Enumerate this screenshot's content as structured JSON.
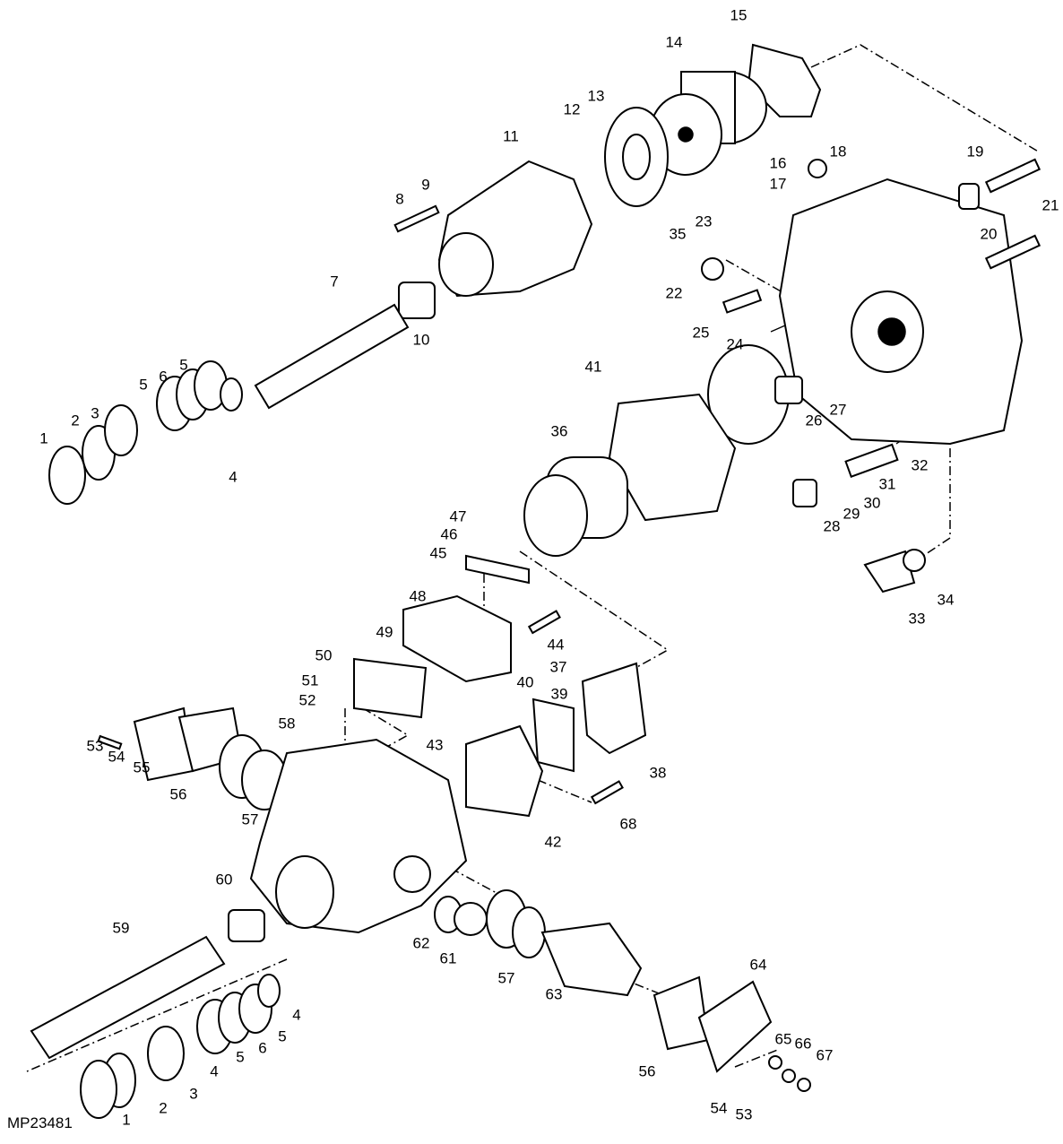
{
  "figure_id": "MP23481",
  "callouts": [
    "15",
    "14",
    "13",
    "12",
    "11",
    "16",
    "18",
    "19",
    "17",
    "9",
    "8",
    "21",
    "23",
    "35",
    "20",
    "7",
    "22",
    "10",
    "25",
    "24",
    "41",
    "5",
    "6",
    "5",
    "26",
    "27",
    "3",
    "2",
    "1",
    "36",
    "4",
    "32",
    "31",
    "30",
    "29",
    "28",
    "47",
    "46",
    "45",
    "33",
    "34",
    "48",
    "49",
    "44",
    "37",
    "50",
    "40",
    "39",
    "51",
    "52",
    "58",
    "43",
    "53",
    "54",
    "55",
    "38",
    "56",
    "68",
    "57",
    "42",
    "60",
    "59",
    "62",
    "61",
    "57",
    "63",
    "64",
    "4",
    "5",
    "6",
    "5",
    "65",
    "66",
    "67",
    "4",
    "3",
    "2",
    "56",
    "1",
    "54",
    "53"
  ]
}
